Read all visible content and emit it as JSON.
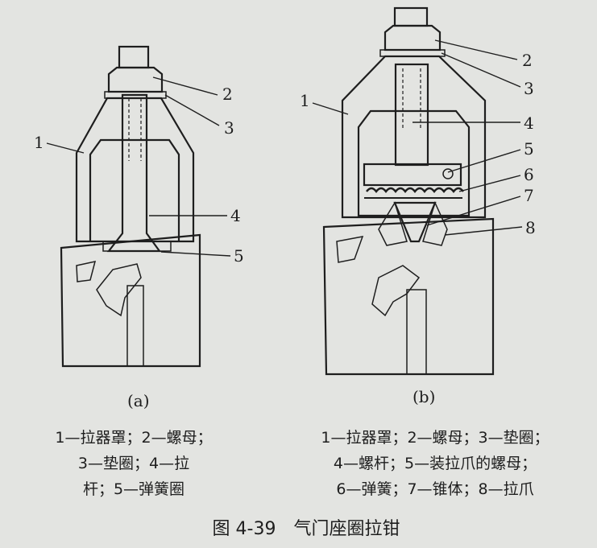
{
  "figure": {
    "title": "图 4-39　气门座圈拉钳"
  },
  "diagram_a": {
    "sublabel": "(a)",
    "callouts": [
      "1",
      "2",
      "3",
      "4",
      "5"
    ],
    "legend_lines": [
      "1—拉器罩；2—螺母；",
      "3—垫圈；4—拉",
      "杆；5—弹簧圈"
    ]
  },
  "diagram_b": {
    "sublabel": "(b)",
    "callouts": [
      "1",
      "2",
      "3",
      "4",
      "5",
      "6",
      "7",
      "8"
    ],
    "legend_lines": [
      "1—拉器罩；2—螺母；3—垫圈；",
      "4—螺杆；5—装拉爪的螺母；",
      "6—弹簧；7—锥体；8—拉爪"
    ]
  },
  "colors": {
    "paper": "#e3e4e1",
    "ink": "#1e1e1e"
  }
}
